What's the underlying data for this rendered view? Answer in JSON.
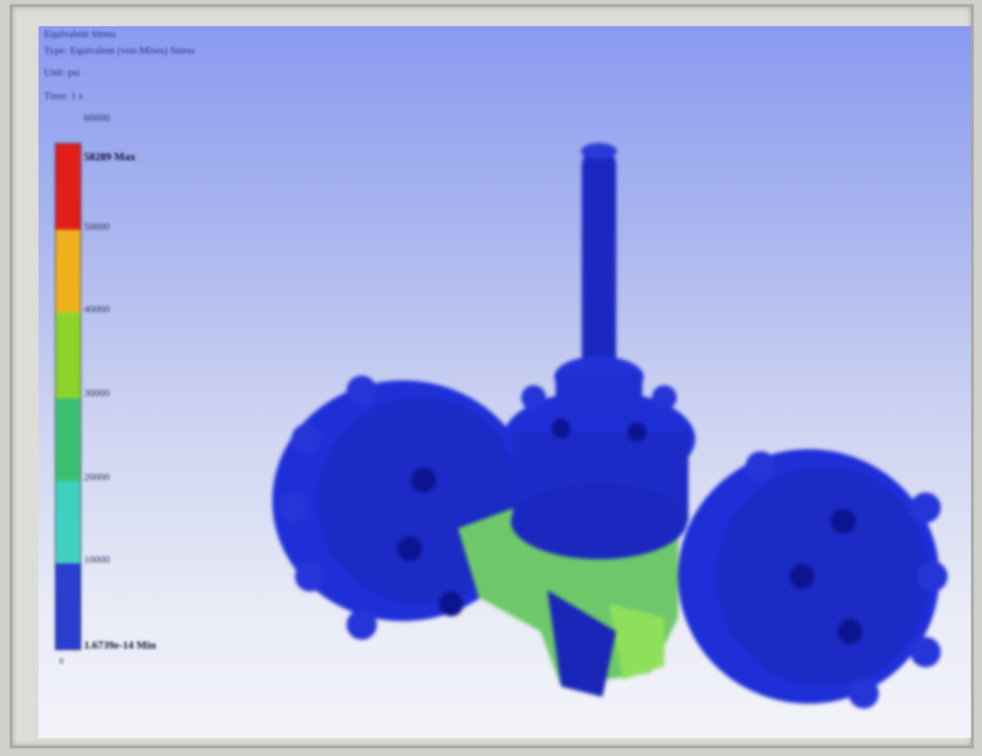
{
  "header": {
    "line1": "Equivalent Stress",
    "line2": "Type: Equivalent (von-Mises) Stress",
    "line3": "Unit: psi",
    "line4": "Time: 1 s"
  },
  "legend": {
    "top_tick": "60000",
    "max_label": "58289 Max",
    "ticks": [
      "50000",
      "40000",
      "30000",
      "20000",
      "10000"
    ],
    "min_label": "1.6739e-14 Min",
    "bottom_tick": "0",
    "colors": [
      "#e02018",
      "#f0b21c",
      "#8cd42a",
      "#3cc070",
      "#40d0c0",
      "#2a3fd0"
    ]
  },
  "model": {
    "body_color": "#1f2fd8",
    "hotspot_color": "#8ee05a"
  }
}
